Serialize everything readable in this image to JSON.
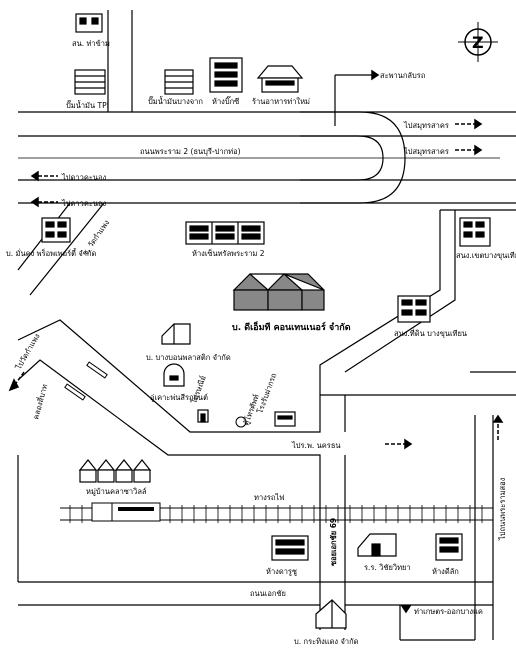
{
  "labels": {
    "gas_station_top": "ปั๊มน้ำมัน TPI",
    "district_office": "สน. ท่าข้าม",
    "gas_station_bangchak": "ปั๊มน้ำมันบางจาก",
    "big_c": "ห้างบิ๊กซี",
    "restaurant": "ร้านอาหารท่าใหม่",
    "bridge": "สะพานกลับรถ",
    "to_samut_sakhon_1": "ไปสมุทรสาคร",
    "to_samut_sakhon_2": "ไปสมุทรสาคร",
    "main_road": "ถนนพระราม 2 (ธนบุรี-ปากท่อ)",
    "to_dao_khanong_1": "ไปดาวคะนอง",
    "to_dao_khanong_2": "ไปดาวคะนอง",
    "company_mongkol": "บ. มั่นคง พร็อพเพอร์ตี้ จำกัด",
    "soi_wat_kam": "ซ. วัดกำแพง",
    "central": "ห้างเซ็นทรัลพระราม 2",
    "school_chanchai": "สนง.เขตบางขุนเทียน",
    "company_main": "บ. ดีเอ็มที คอนเทนเนอร์ จำกัด",
    "land_office": "สนง.ที่ดิน บางขุนเทียน",
    "company_bangbon": "บ. บางบอนพลาสติก จำกัด",
    "car_garage": "อู่เคาะพ่นสีรถยนต์",
    "to_wat_nang": "ไปวัดกำแพง",
    "post_office": "ไปรษณีย์",
    "phone_booth": "ตู้โทรศัพท์",
    "school_factory": "โรงรับฝากรถ",
    "to_pathom": "ไปร.พ. นครธน",
    "canal": "คลองสี่บาท",
    "village": "หมู่บ้านคลาซาวิลล์",
    "railway": "ทางรถไฟ",
    "to_right_bottom": "ไปถนนพระรามสอง",
    "store_daruchu": "ห้างดารูชู",
    "soi_ekachai": "ซอยเอกชัย 69",
    "school_witaya": "ร.ร. วิชัยวิทยา",
    "store_dokmai": "ห้างดีลัก",
    "ekachai_road": "ถนนเอกชัย",
    "to_tha_kaset": "ท่าเกษตร-ออกบางแค",
    "company_krathing": "บ. กระทิงแดง จำกัด"
  },
  "compass": {
    "symbol": "Z"
  }
}
